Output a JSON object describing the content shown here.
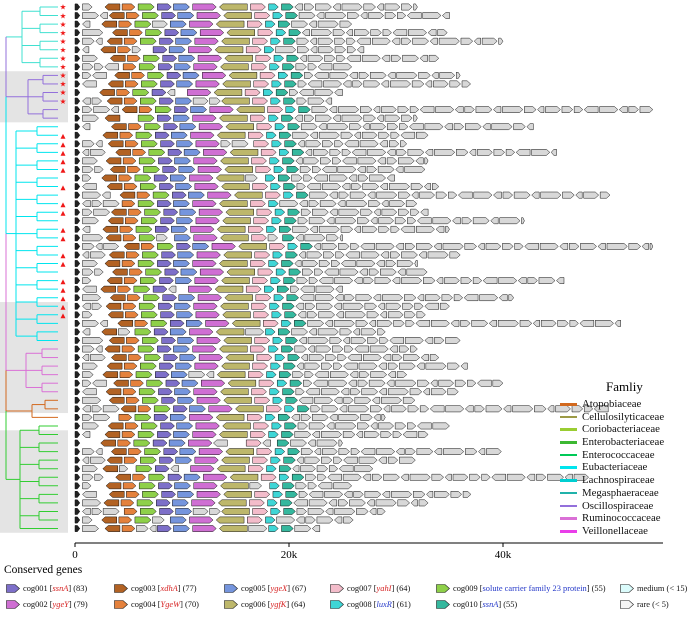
{
  "chart_data": {
    "type": "gene-cluster-map",
    "legend_title": "Famliy",
    "genes_title": "Conserved genes",
    "x_axis": {
      "ticks": [
        {
          "v": 0,
          "label": "0"
        },
        {
          "v": 20000,
          "label": "20k"
        },
        {
          "v": 40000,
          "label": "40k"
        }
      ],
      "max": 55000
    },
    "families": [
      {
        "name": "Atopobiaceae",
        "color": "#d2691e"
      },
      {
        "name": "Cellulosilyticaceae",
        "color": "#9c9a46"
      },
      {
        "name": "Coriobacteriaceae",
        "color": "#9acd32"
      },
      {
        "name": "Enterobacteriaceae",
        "color": "#3cb832"
      },
      {
        "name": "Enterococcaceae",
        "color": "#00c957"
      },
      {
        "name": "Eubacteriaceae",
        "color": "#00e5ee"
      },
      {
        "name": "Lachnospiraceae",
        "color": "#00ced1"
      },
      {
        "name": "Megasphaeraceae",
        "color": "#20b2aa"
      },
      {
        "name": "Oscillospiraceae",
        "color": "#9370db"
      },
      {
        "name": "Ruminococcaceae",
        "color": "#da70d6"
      },
      {
        "name": "Veillonellaceae",
        "color": "#e93ee9"
      }
    ],
    "cogs": [
      {
        "id": "cog001",
        "gene": "ssnA",
        "count": 83,
        "color": "#7d6fc9",
        "gene_color": "#d62020",
        "italic": true
      },
      {
        "id": "cog002",
        "gene": "ygeY",
        "count": 79,
        "color": "#cf6fd3",
        "gene_color": "#d62020",
        "italic": true
      },
      {
        "id": "cog003",
        "gene": "xdhA",
        "count": 77,
        "color": "#b26223",
        "gene_color": "#d62020",
        "italic": true
      },
      {
        "id": "cog004",
        "gene": "YgeW",
        "count": 70,
        "color": "#e4813c",
        "gene_color": "#d62020",
        "italic": true
      },
      {
        "id": "cog005",
        "gene": "ygeX",
        "count": 67,
        "color": "#7595dd",
        "gene_color": "#d62020",
        "italic": true
      },
      {
        "id": "cog006",
        "gene": "ygfK",
        "count": 64,
        "color": "#bdb76b",
        "gene_color": "#d62020",
        "italic": true
      },
      {
        "id": "cog007",
        "gene": "yahI",
        "count": 64,
        "color": "#f3bcca",
        "gene_color": "#d62020",
        "italic": true
      },
      {
        "id": "cog008",
        "gene": "luxR",
        "count": 61,
        "color": "#3fd6d6",
        "gene_color": "#2337c8",
        "italic": true
      },
      {
        "id": "cog009",
        "gene": "solute carrier family 23 protein",
        "count": 55,
        "color": "#8ed049",
        "gene_color": "#2337c8",
        "italic": false
      },
      {
        "id": "cog010",
        "gene": "ssnA",
        "count": 55,
        "color": "#35b89e",
        "gene_color": "#2337c8",
        "italic": true
      }
    ],
    "extra_classes": [
      {
        "label": "medium (< 15)",
        "color": "#dbfcfc"
      },
      {
        "label": "rare (< 5)",
        "color": "#f4f4f4"
      }
    ],
    "conserved_cluster": [
      {
        "cog": 2,
        "off": 2800,
        "len": 1400,
        "dir": -1
      },
      {
        "cog": 3,
        "off": 4400,
        "len": 1200,
        "dir": 1
      },
      {
        "cog": 8,
        "off": 5900,
        "len": 1500,
        "dir": 1
      },
      {
        "cog": 0,
        "off": 7700,
        "len": 1300,
        "dir": 1
      },
      {
        "cog": 4,
        "off": 9200,
        "len": 1500,
        "dir": 1
      },
      {
        "cog": 1,
        "off": 11000,
        "len": 2200,
        "dir": 1
      },
      {
        "cog": 5,
        "off": 13500,
        "len": 2600,
        "dir": -1
      },
      {
        "cog": 6,
        "off": 16400,
        "len": 1400,
        "dir": 1
      },
      {
        "cog": 7,
        "off": 18100,
        "len": 900,
        "dir": 1
      },
      {
        "cog": 9,
        "off": 19300,
        "len": 1100,
        "dir": 1
      }
    ],
    "filler": {
      "lengths": [
        900,
        1500,
        700,
        1900,
        1100,
        600,
        1400,
        1000,
        800,
        1300,
        1700,
        750
      ],
      "dirs": [
        1,
        1,
        -1,
        1,
        1,
        -1,
        1,
        1,
        1,
        -1,
        1,
        -1
      ],
      "gap": 140
    },
    "gray_color": "#d8d8d8",
    "rows": [
      [
        32000,
        "1111111111",
        0
      ],
      [
        35000,
        "1111111111",
        400
      ],
      [
        26000,
        "1110111111",
        -300
      ],
      [
        35000,
        "1111111111",
        700
      ],
      [
        40000,
        "1111111111",
        200
      ],
      [
        27000,
        "1101111110",
        -400
      ],
      [
        34000,
        "1111111111",
        500
      ],
      [
        26000,
        "0111111111",
        100
      ],
      [
        36000,
        "1111111111",
        900
      ],
      [
        37000,
        "1111111111",
        300
      ],
      [
        25000,
        "1111011111",
        -500
      ],
      [
        24000,
        "1111101111",
        200
      ],
      [
        54000,
        "1111111111",
        1600
      ],
      [
        32000,
        "1011111111",
        0
      ],
      [
        43000,
        "1111111111",
        600
      ],
      [
        33000,
        "1111111111",
        -200
      ],
      [
        31000,
        "1111110111",
        300
      ],
      [
        45000,
        "1111111111",
        1000
      ],
      [
        33000,
        "1111111111",
        100
      ],
      [
        33000,
        "1111111111",
        500
      ],
      [
        30000,
        "1111111011",
        -300
      ],
      [
        34000,
        "1111111111",
        200
      ],
      [
        50000,
        "1111111111",
        1400
      ],
      [
        32000,
        "0111111110",
        0
      ],
      [
        33000,
        "1111111111",
        600
      ],
      [
        42000,
        "1111111111",
        300
      ],
      [
        35000,
        "1111111111",
        -200
      ],
      [
        25000,
        "1110111101",
        100
      ],
      [
        54000,
        "1111111111",
        1800
      ],
      [
        36000,
        "1111111111",
        400
      ],
      [
        32000,
        "1111111111",
        0
      ],
      [
        33000,
        "1111111111",
        700
      ],
      [
        46000,
        "1111111111",
        200
      ],
      [
        25000,
        "1111011111",
        -400
      ],
      [
        41000,
        "1111111111",
        500
      ],
      [
        35000,
        "1111111111",
        100
      ],
      [
        33000,
        "1111111111",
        300
      ],
      [
        51000,
        "1111111111",
        1200
      ],
      [
        29000,
        "1011111011",
        -300
      ],
      [
        36000,
        "1111111111",
        400
      ],
      [
        32000,
        "1111111111",
        0
      ],
      [
        34000,
        "1111111111",
        600
      ],
      [
        37000,
        "1111111111",
        200
      ],
      [
        31000,
        "1111101111",
        -200
      ],
      [
        40000,
        "1111111111",
        800
      ],
      [
        36000,
        "1111111111",
        100
      ],
      [
        32000,
        "1111111111",
        400
      ],
      [
        50000,
        "1111111111",
        1500
      ],
      [
        29000,
        "0111111111",
        -300
      ],
      [
        35000,
        "1111111111",
        300
      ],
      [
        33000,
        "1111111111",
        0
      ],
      [
        25000,
        "1111110101",
        -400
      ],
      [
        40000,
        "1111111111",
        600
      ],
      [
        32000,
        "1111111111",
        200
      ],
      [
        28000,
        "1011011111",
        -200
      ],
      [
        48000,
        "1111111111",
        1000
      ],
      [
        26000,
        "1111111011",
        100
      ],
      [
        37000,
        "1111111111",
        400
      ],
      [
        33000,
        "1111111111",
        -100
      ],
      [
        29000,
        "0111101111",
        200
      ],
      [
        26000,
        "1110111110",
        -300
      ],
      [
        23000,
        "1101111011",
        0
      ]
    ],
    "row_markers": {
      "star": [
        0,
        1,
        2,
        3,
        4,
        5,
        6,
        7,
        8,
        9,
        10,
        11
      ],
      "triangle": [
        15,
        16,
        17,
        18,
        19,
        21,
        23,
        24,
        26,
        27,
        29,
        30,
        32,
        33,
        34,
        35,
        36
      ],
      "color": "#f01818"
    },
    "tree_groups": [
      {
        "from": 0,
        "to": 7,
        "color": "#40e0d0",
        "spine": 22
      },
      {
        "from": 8,
        "to": 13,
        "color": "#9370db",
        "spine": 28
      },
      {
        "from": 14,
        "to": 39,
        "color": "#00e5ee",
        "spine": 16
      },
      {
        "from": 40,
        "to": 45,
        "color": "#da70d6",
        "spine": 26
      },
      {
        "from": 46,
        "to": 48,
        "color": "#d2691e",
        "spine": 32
      },
      {
        "from": 49,
        "to": 61,
        "color": "#32cd32",
        "spine": 20
      }
    ],
    "shaded_blocks": [
      {
        "from": 8,
        "to": 13
      },
      {
        "from": 35,
        "to": 47
      },
      {
        "from": 50,
        "to": 61
      }
    ]
  }
}
